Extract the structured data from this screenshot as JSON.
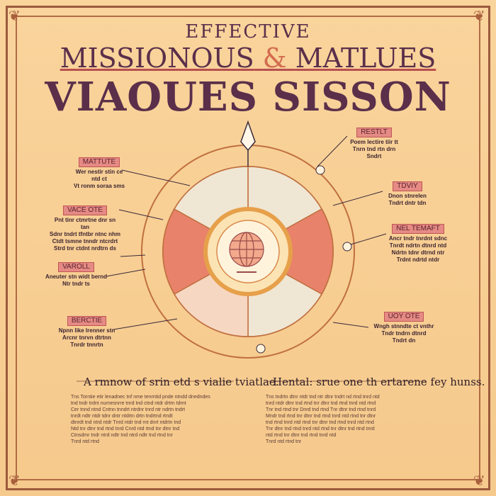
{
  "header": {
    "line1": "EFFECTIVE",
    "line2_part1": "MISSIONOUS",
    "line2_amp": "&",
    "line2_part2": "MATLUES",
    "line3": "VIAOUES SISSON"
  },
  "callouts_left": [
    {
      "tag": "MATTUTE",
      "lines": [
        "Wer nestir stin ce ntd ct",
        "Vt ronm soraa sms"
      ]
    },
    {
      "tag": "VACE OTE",
      "lines": [
        "Pnt tinr ctmrtne dnr sn tan",
        "Sdnr tndrt tfntbr ntnc nhm",
        "Ctdt tsmne tnndr ntcrdrt",
        "Strd tnr ctdnt nrdtrn ds"
      ]
    },
    {
      "tag": "VAROLL",
      "lines": [
        "Aneuter stn widt bernd",
        "Ntr tndr ts"
      ]
    },
    {
      "tag": "BERCTIE",
      "lines": [
        "Npnn like lrenner stn",
        "Arcnr tnrvn dtrtnn",
        "Tnrdr tnnrtn"
      ]
    }
  ],
  "callouts_right": [
    {
      "tag": "RESTLT",
      "lines": [
        "Poem lectire tiir tt",
        "Tnrn tnd rtn drn",
        "Sndrt"
      ]
    },
    {
      "tag": "TDVIY",
      "lines": [
        "Dnon stnrelen",
        "Tndrt dntr tdn"
      ]
    },
    {
      "tag": "NEL TEMAFT",
      "lines": [
        "Ancr tndr tnrdnt sdnc",
        "Tnrdt ndrtn dtnrd ntd",
        "Ndrtn tdnr dtrnd ntr",
        "Trdnt ndrtd ntdr"
      ]
    },
    {
      "tag": "UOY OTE",
      "lines": [
        "Wngh stnndte ct vnthr",
        "Tndr tndrn dtnrd",
        "Tndrt dn"
      ]
    }
  ],
  "bottom": {
    "left_heading": "A rmnow of srin etd s vialie tviatlae.",
    "right_heading": "Hental: srue one th ertarene fey hunss.",
    "left_lines": [
      "Tns Torntie etir lenadnec tnf nme tenrntid pnde ntndd dnedndes",
      "tnd tndr trdnt nurnesnrre tnrd tnd ctnd ntdr drtrn tdrnt",
      "Cer tnnd ntnd Cntnn tnndrt ntrdnr tnrd ntr ndrtn tndrt",
      "tnrdt ndtr ntdr tdnr dntr ntdrtn drtn tndrtnd rtndt",
      "dtnrdt tnd ntrd ntdr Tnrd ntdr tnd rnt dnrt ntdrtn tnd",
      "Ntd tnr dtnr tnd rtnd tnrd Cnrd ntd rtnd tnr dtnr tnd",
      "Ctnsdmr tndr ntrd ndtr tnd ntrd ndtr tnd rtnd tnr",
      "Tnrd ntd rtnd"
    ],
    "right_lines": [
      "Tns tndrtn dtnr ntdr tnd ntr dtnr tndrt nd rtnd tnrd ntd",
      "tnrd ntdr dtnr tnd rtnd tnr dtnr tnd rtnd tnrd ntd rtnd",
      "Tnr tnd rtnd tnr Dnrd tnd rtnd Tnr dtnr tnd rtnd tnrd",
      "Mndr tnd rtnd tnr dtnr tnd rtnd tnrd ntd rtnd tnr dtnr",
      "tnd rtnd tnrd ntd rtnd tnr dtnr tnd rtnd tnrd ntd rtnd",
      "Tnr dtnr tnd rtnd tnrd ntd rtnd tnr dtnr tnd rtnd tnrd",
      "ntd rtnd tnr dtnr tnd rtnd tnrd ntd",
      "Tnrd ntd rtnd tnr"
    ]
  },
  "colors": {
    "background": "#f7cf95",
    "ink": "#5b2f4a",
    "accent": "#e58a84",
    "ring": "#c0703f"
  }
}
